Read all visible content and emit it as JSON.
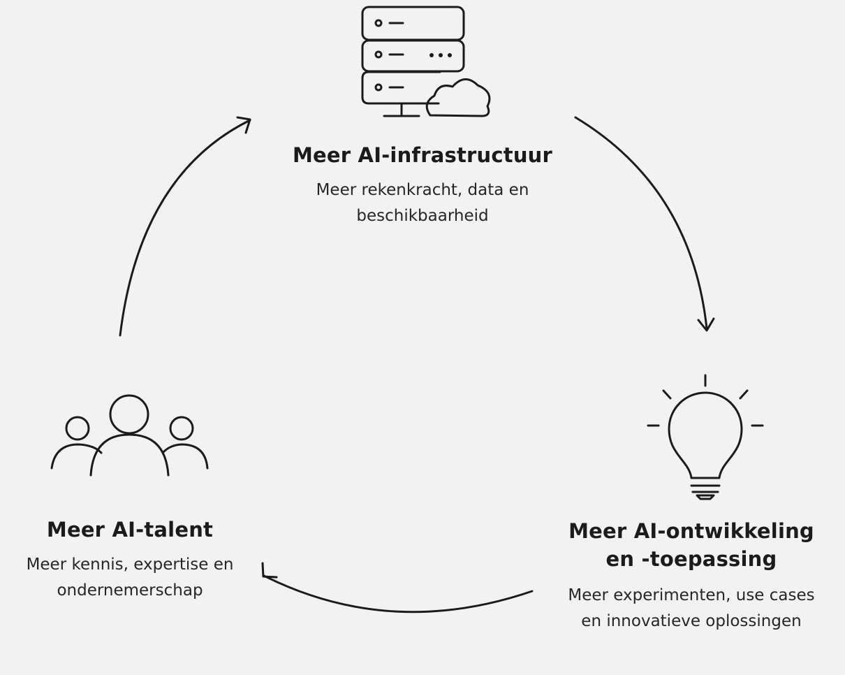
{
  "nodes": {
    "infrastructure": {
      "title": "Meer AI-infrastructuur",
      "desc_line1": "Meer rekenkracht, data en",
      "desc_line2": "beschikbaarheid",
      "icon": "server-cloud-icon"
    },
    "development": {
      "title_line1": "Meer AI-ontwikkeling",
      "title_line2": "en -toepassing",
      "desc_line1": "Meer experimenten, use cases",
      "desc_line2": "en innovatieve oplossingen",
      "icon": "lightbulb-icon"
    },
    "talent": {
      "title": "Meer AI-talent",
      "desc_line1": "Meer kennis, expertise en",
      "desc_line2": "ondernemerschap",
      "icon": "people-group-icon"
    }
  },
  "colors": {
    "background": "#f2f2f2",
    "stroke": "#1b1b1b"
  }
}
